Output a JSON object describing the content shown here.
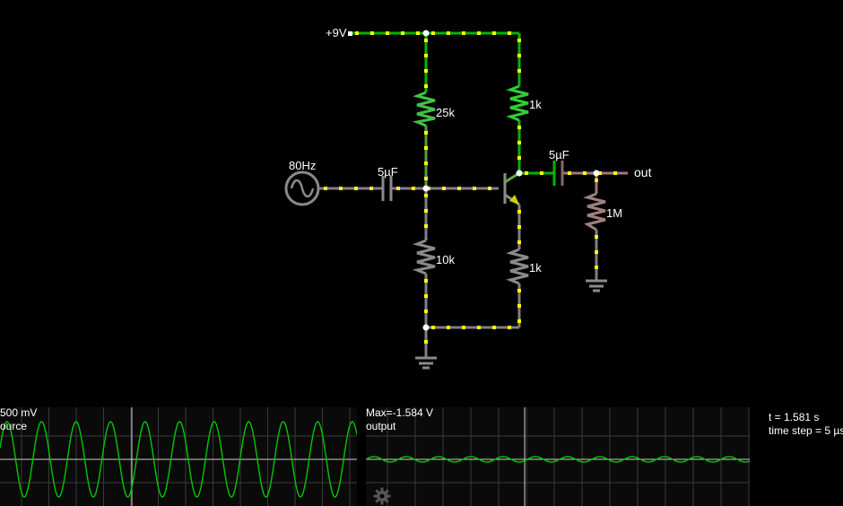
{
  "circuit": {
    "supply_label": "+9V",
    "source_label": "80Hz",
    "input_cap_label": "5µF",
    "output_cap_label": "5µF",
    "r_bias_top_label": "25k",
    "r_bias_bottom_label": "10k",
    "r_collector_label": "1k",
    "r_emitter_label": "1k",
    "r_load_label": "1M",
    "output_label": "out"
  },
  "scopes": [
    {
      "scale_label": "500 mV",
      "trace_label": "ource",
      "trace_color": "#00c800"
    },
    {
      "scale_label": "Max=-1.584 V",
      "trace_label": "output",
      "trace_color": "#00c800"
    }
  ],
  "status": {
    "time": "t = 1.581 s",
    "time_step": "time step = 5 µs"
  },
  "colors": {
    "wire_positive": "#00b400",
    "wire_gray": "#808080",
    "wire_load": "#a07878",
    "current_dot": "#ffff00",
    "node": "#ffffff"
  },
  "icons": {
    "settings": "gear-icon"
  }
}
